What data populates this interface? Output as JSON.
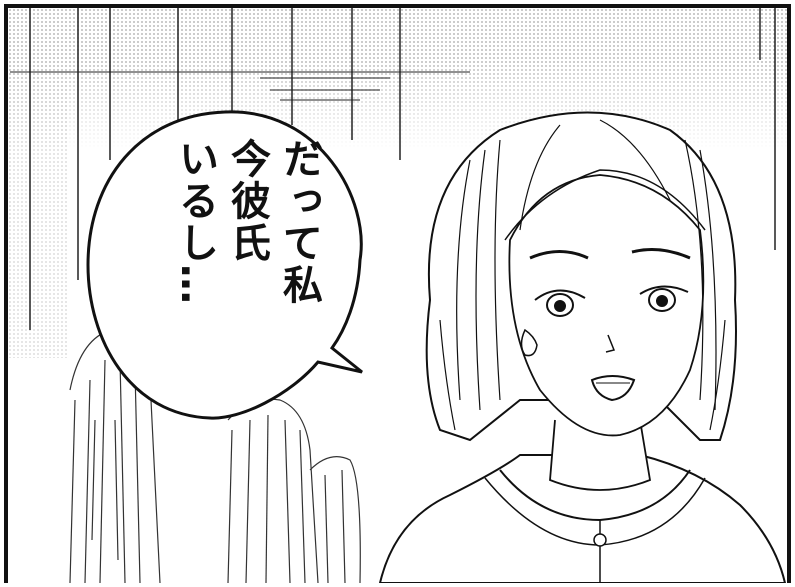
{
  "speech_bubble": {
    "lines": [
      "だって私",
      "今彼氏",
      "いるし…"
    ]
  },
  "colors": {
    "ink": "#111111",
    "paper": "#ffffff",
    "screentone": "#bdbdbd"
  }
}
